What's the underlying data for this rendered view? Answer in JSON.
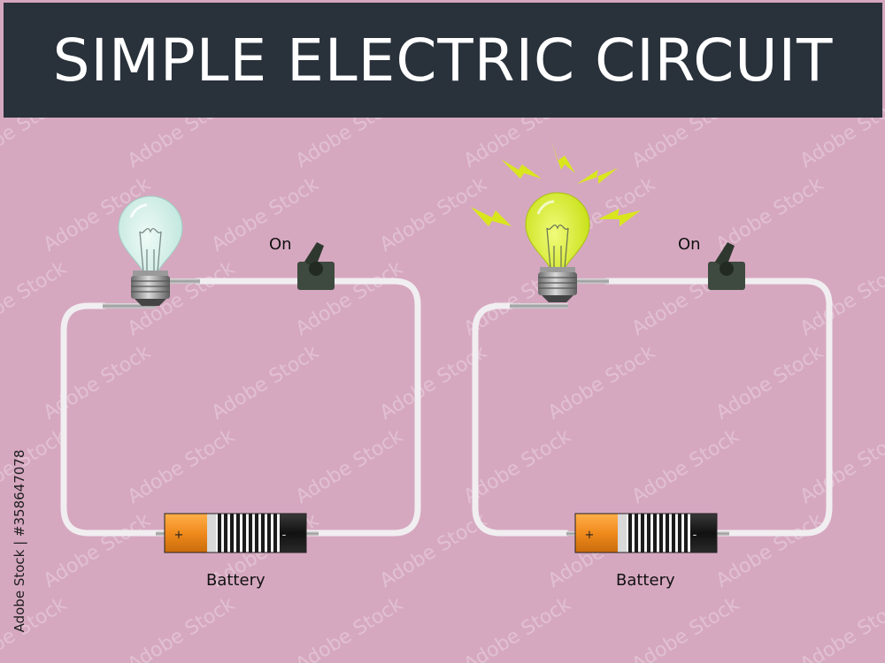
{
  "title": "SIMPLE ELECTRIC CIRCUIT",
  "colors": {
    "background": "#d6a8c0",
    "title_bar": "#29313b",
    "title_text": "#ffffff",
    "wire": "#f1eef1",
    "bulb_off": "#cdeee6",
    "bulb_on": "#cde61e",
    "spark": "#d9e61e",
    "battery_orange": "#f08a1c",
    "battery_black": "#1b1b1b",
    "switch": "#3e4a3f"
  },
  "circuits": [
    {
      "bulb_state": "off",
      "switch_label": "On",
      "battery_label": "Battery",
      "battery_plus": "+",
      "battery_minus": "-"
    },
    {
      "bulb_state": "on",
      "switch_label": "On",
      "battery_label": "Battery",
      "battery_plus": "+",
      "battery_minus": "-"
    }
  ],
  "stock_id": "Adobe Stock | #358647078",
  "watermark": "Adobe Stock"
}
